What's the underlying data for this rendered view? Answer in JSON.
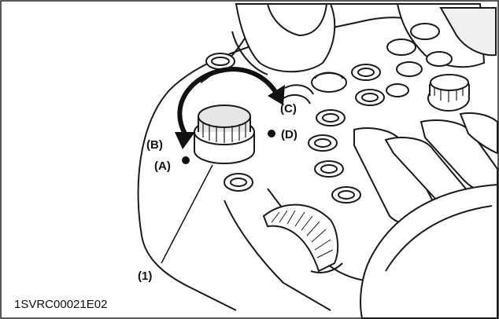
{
  "labels": {
    "a": "(A)",
    "b": "(B)",
    "c": "(C)",
    "d": "(D)",
    "part_1": "(1)"
  },
  "figure_code": "1SVRC00021E02",
  "colors": {
    "line": "#1a1a1a",
    "shade": "#e6e6e6",
    "background": "#ffffff"
  }
}
